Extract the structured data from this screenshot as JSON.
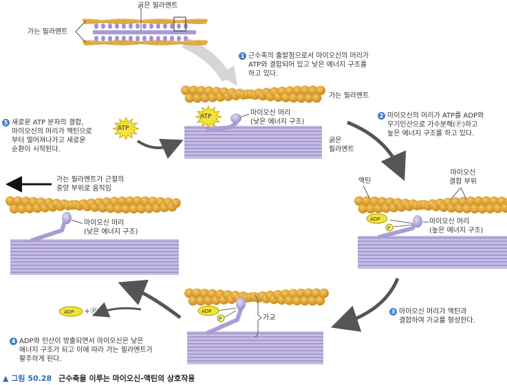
{
  "overview": {
    "thick_label": "굵은 필라멘트",
    "thin_label": "가는 필라멘트"
  },
  "steps": [
    {
      "num": "1",
      "lines": [
        "근수축의 출발점으로서 마이오신의 머리가",
        "ATP와 결합되어 있고 낮은 에너지 구조를",
        "하고 있다."
      ]
    },
    {
      "num": "2",
      "lines": [
        "마이오신의 머리가 ATP를 ADP와",
        "무기인산으로 가수분해(Ⓟ)하고",
        "높은 에너지 구조를 하고 있다."
      ]
    },
    {
      "num": "3",
      "lines": [
        "마이오신 머리가 액틴과",
        "결합하여 가교를 형성한다."
      ]
    },
    {
      "num": "4",
      "lines": [
        "ADP와 인산이 방출되면서 마이오신은 낮은",
        "에너지 구조가 되고 이에 따라 가는 필라멘트가",
        "활주하게 된다."
      ]
    },
    {
      "num": "5",
      "lines": [
        "새로운 ATP 분자의 결합,",
        "마이오신의 머리가 액틴으로",
        "부터 떨어져나가고 새로운",
        "순환이 시작된다."
      ]
    }
  ],
  "panel1": {
    "thin": "가는 필라멘트",
    "head": [
      "마이오신 머리",
      "(낮은 에너지 구조)"
    ],
    "thick": [
      "굵은",
      "필라멘트"
    ],
    "atp": "ATP"
  },
  "panel2": {
    "actin": "액틴",
    "site": [
      "마이오신",
      "결합 부위"
    ],
    "head": [
      "마이오신 머리",
      "(높은 에너지 구조)"
    ],
    "adp": "ADP",
    "p": "P"
  },
  "panel3": {
    "bridge": "가교",
    "adp": "ADP",
    "p": "P"
  },
  "panel4": {
    "head": [
      "마이오신 머리",
      "(낮은 에너지 구조)"
    ],
    "move": [
      "가는 필라멘트가 근절의",
      "중앙 부위로 움직임"
    ]
  },
  "left": {
    "atp": "ATP",
    "adp": "ADP",
    "pi": "+Ⓟ",
    "pi_sub": "i"
  },
  "caption": {
    "figure": "▲ 그림 50.28",
    "title": "근수축을 이루는 마이오신-액틴의 상호작용"
  }
}
